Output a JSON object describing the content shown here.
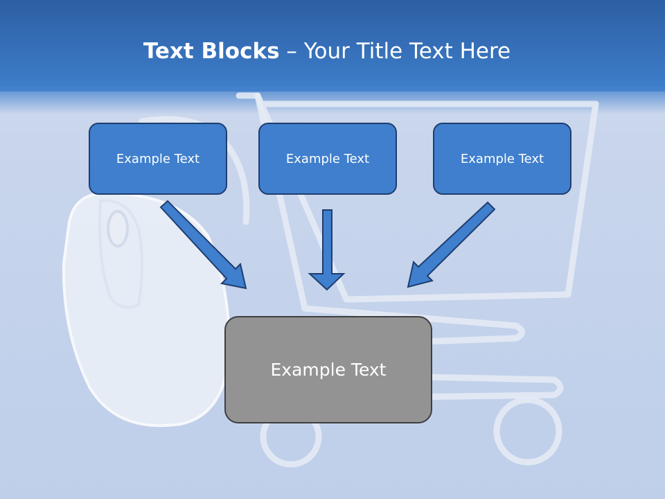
{
  "title": {
    "bold": "Text Blocks",
    "rest": " – Your Title Text Here"
  },
  "boxes": {
    "left": "Example Text",
    "middle": "Example Text",
    "right": "Example Text",
    "center": "Example Text"
  },
  "colors": {
    "header": "#3670b9",
    "box_blue": "#3f7fcd",
    "box_gray": "#939393",
    "arrow": "#3f7fcd"
  }
}
